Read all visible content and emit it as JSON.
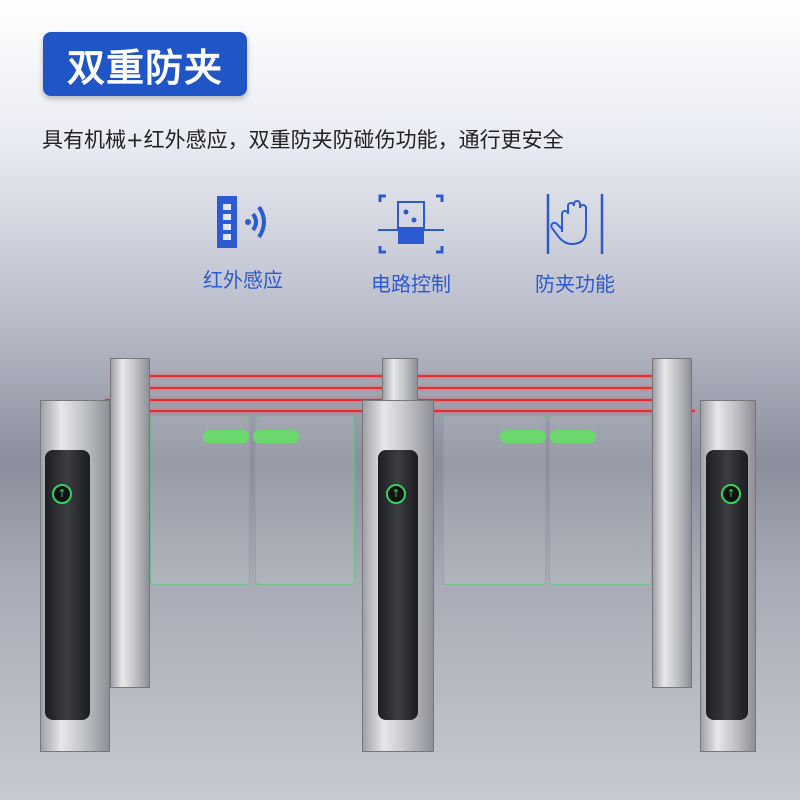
{
  "title": "双重防夹",
  "subtitle": "具有机械+红外感应，双重防夹防碰伤功能，通行更安全",
  "features": [
    {
      "label": "红外感应",
      "icon": "infrared-sensor-icon"
    },
    {
      "label": "电路控制",
      "icon": "circuit-chip-icon"
    },
    {
      "label": "防夹功能",
      "icon": "hand-stop-icon"
    }
  ],
  "colors": {
    "accent": "#2055c8",
    "icon": "#2c5ad0",
    "laser": "#e23030",
    "led": "#38d060"
  }
}
